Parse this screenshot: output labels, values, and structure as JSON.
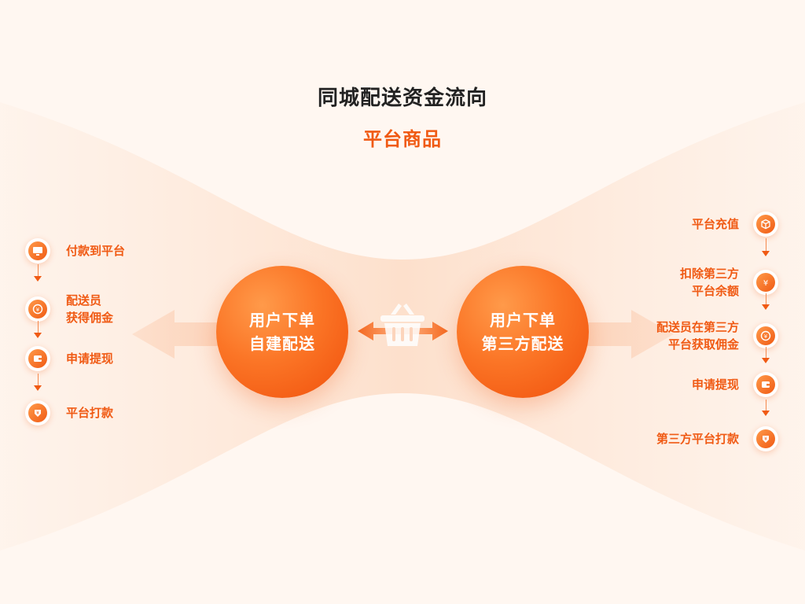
{
  "title": "同城配送资金流向",
  "subtitle": "平台商品",
  "center": {
    "left": {
      "line1": "用户下单",
      "line2": "自建配送"
    },
    "right": {
      "line1": "用户下单",
      "line2": "第三方配送"
    }
  },
  "left_flow": [
    {
      "icon": "monitor-icon",
      "lines": [
        "付款到平台"
      ]
    },
    {
      "icon": "coin-commission-icon",
      "lines": [
        "配送员",
        "获得佣金"
      ]
    },
    {
      "icon": "wallet-icon",
      "lines": [
        "申请提现"
      ]
    },
    {
      "icon": "yuan-download-icon",
      "lines": [
        "平台打款"
      ]
    }
  ],
  "right_flow": [
    {
      "icon": "box-icon",
      "lines": [
        "平台充值"
      ]
    },
    {
      "icon": "yuan-coin-icon",
      "lines": [
        "扣除第三方",
        "平台余额"
      ]
    },
    {
      "icon": "coin-commission-icon",
      "lines": [
        "配送员在第三方",
        "平台获取佣金"
      ]
    },
    {
      "icon": "wallet-icon",
      "lines": [
        "申请提现"
      ]
    },
    {
      "icon": "yuan-download-icon",
      "lines": [
        "第三方平台打款"
      ]
    }
  ],
  "colors": {
    "accent": "#f05a14",
    "accent_light": "#ff9a4a",
    "background": "#fff7f1",
    "title": "#222222"
  }
}
